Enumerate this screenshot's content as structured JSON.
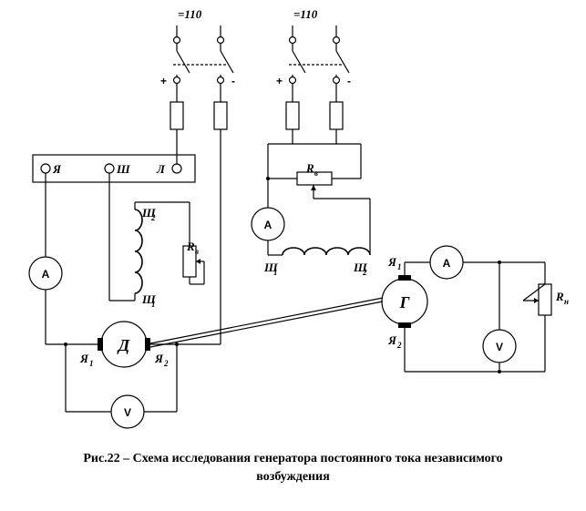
{
  "supply": {
    "left": "=110",
    "right": "=110"
  },
  "polarity": {
    "plus": "+",
    "minus": "-"
  },
  "terminal_box": {
    "ya": "Я",
    "sh": "Ш",
    "l": "Л"
  },
  "motor": {
    "symbol": "Д",
    "ya1": "Я",
    "ya2": "Я",
    "sub1": "1",
    "sub2": "2"
  },
  "generator": {
    "symbol": "Г",
    "ya1": "Я",
    "ya2": "Я",
    "sub1": "1",
    "sub2": "2"
  },
  "motor_field": {
    "sh2": "Ш",
    "sh1": "Ш",
    "sub2": "2",
    "sub1": "1"
  },
  "gen_field": {
    "sh1": "Ш",
    "sh2": "Ш",
    "sub1": "1",
    "sub2": "2"
  },
  "rheostat_motor": {
    "r": "R",
    "sub": "в"
  },
  "rheostat_gen": {
    "r": "R",
    "sub": "в"
  },
  "load": {
    "r": "R",
    "sub": "н"
  },
  "meters": {
    "ammeter": "A",
    "voltmeter": "V"
  },
  "caption": {
    "line1": "Рис.22 – Схема исследования генератора постоянного тока независимого",
    "line2": "возбуждения"
  }
}
